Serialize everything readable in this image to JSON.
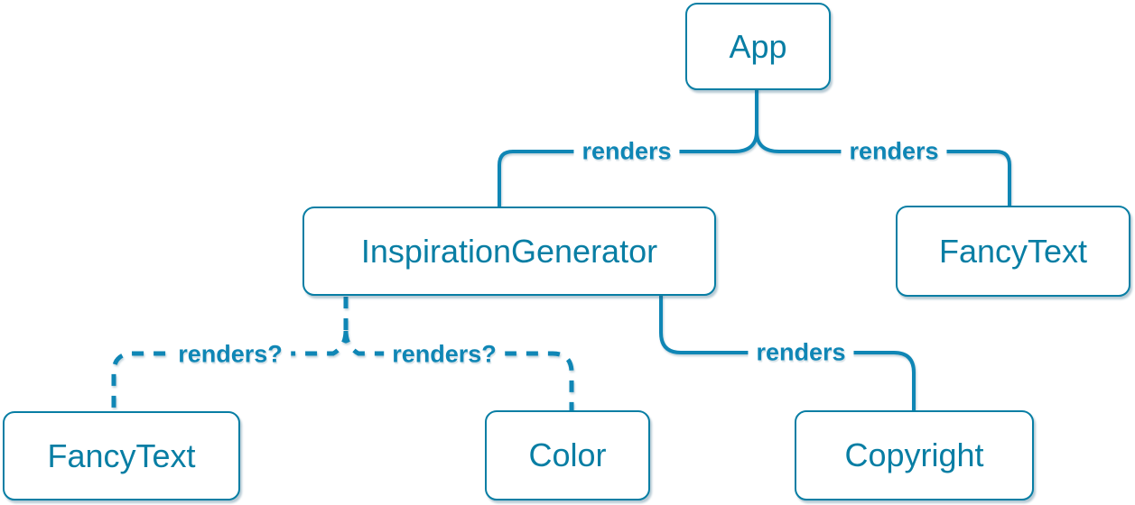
{
  "diagram": {
    "description": "React component render tree",
    "colors": {
      "node_fill": "#ffffff",
      "node_border": "#087EA4",
      "node_text": "#087EA4",
      "edge_line": "#0F86B5",
      "edge_label_text": "#0F86B5",
      "background": "#ffffff"
    },
    "nodes": [
      {
        "id": "app",
        "label": "App"
      },
      {
        "id": "inspiration-generator",
        "label": "InspirationGenerator"
      },
      {
        "id": "fancy-text-top",
        "label": "FancyText"
      },
      {
        "id": "fancy-text-bottom",
        "label": "FancyText"
      },
      {
        "id": "color",
        "label": "Color"
      },
      {
        "id": "copyright",
        "label": "Copyright"
      }
    ],
    "edges": [
      {
        "from": "App",
        "to": "InspirationGenerator",
        "label": "renders",
        "style": "solid"
      },
      {
        "from": "App",
        "to": "FancyText",
        "label": "renders",
        "style": "solid"
      },
      {
        "from": "InspirationGenerator",
        "to": "FancyText",
        "label": "renders?",
        "style": "dashed"
      },
      {
        "from": "InspirationGenerator",
        "to": "Color",
        "label": "renders?",
        "style": "dashed"
      },
      {
        "from": "InspirationGenerator",
        "to": "Copyright",
        "label": "renders",
        "style": "solid"
      }
    ]
  }
}
